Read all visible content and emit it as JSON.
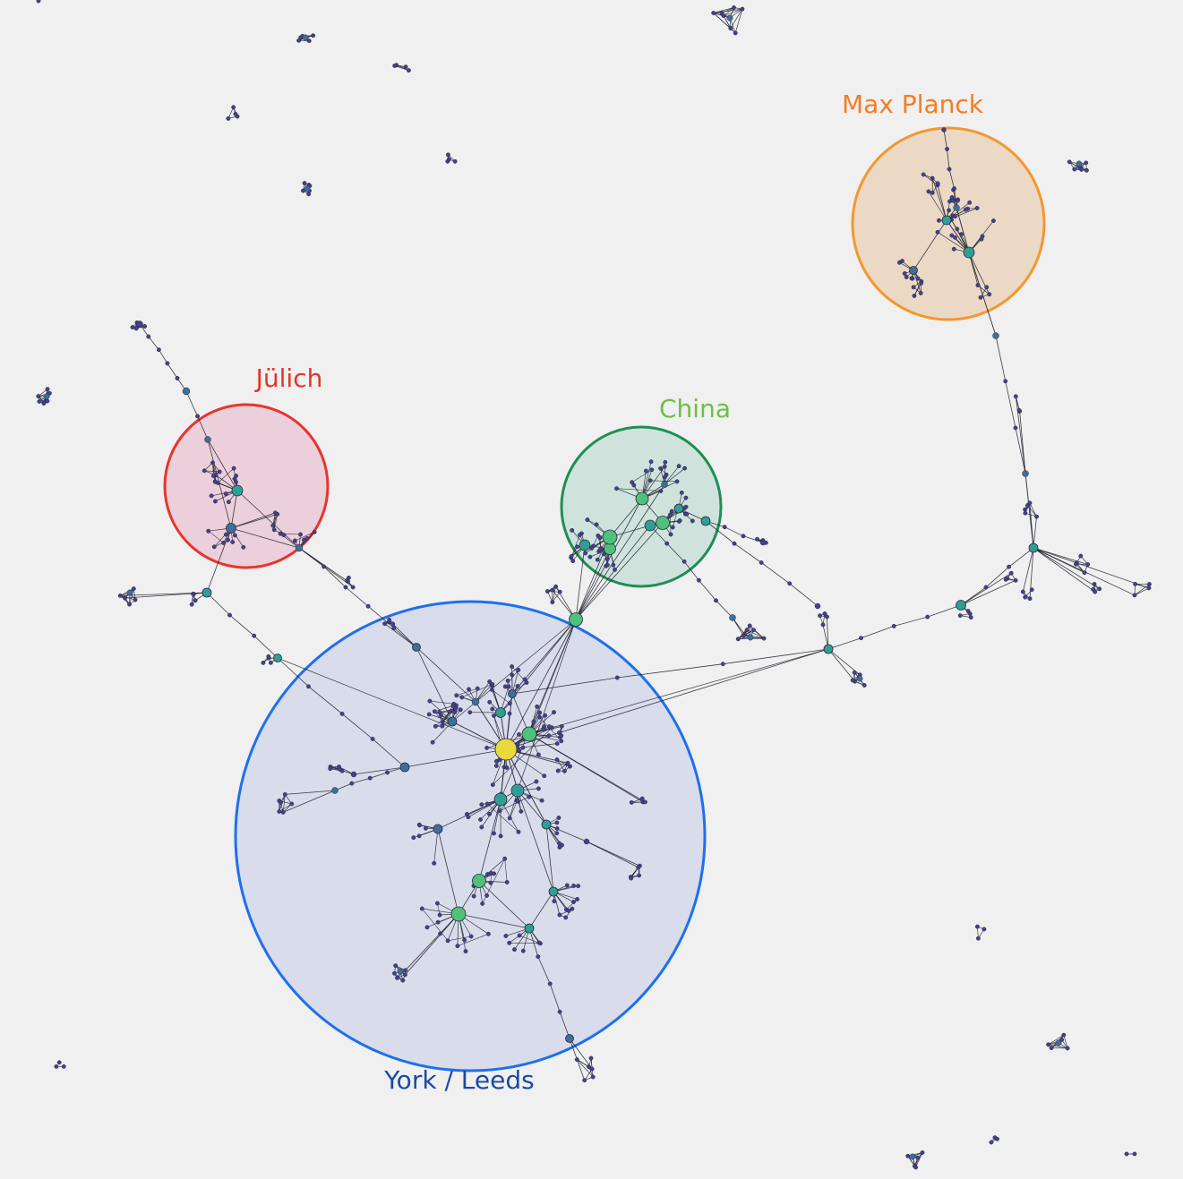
{
  "background_color": "#f0f0f0",
  "edge_color": "#1c1c2a",
  "node_colors": {
    "hub_yellow": "#e8d93c",
    "hub_green": "#4fc17a",
    "hub_teal": "#2f9e93",
    "mid_steel": "#3e6f99",
    "leaf_purple": "#43418e"
  },
  "clusters": [
    {
      "id": "julich",
      "label": "Jülich",
      "label_color": "#e0362c",
      "stroke": "#e8342c",
      "fill": "#ebcfdb"
    },
    {
      "id": "china",
      "label": "China",
      "label_color": "#6dbf45",
      "stroke": "#1f8e55",
      "fill": "#cfe3dc"
    },
    {
      "id": "max-planck",
      "label": "Max Planck",
      "label_color": "#f47c25",
      "stroke": "#f4972e",
      "fill": "#ebd9c6"
    },
    {
      "id": "york-leeds",
      "label": "York / Leeds",
      "label_color": "#1c4aa3",
      "stroke": "#1f6fef",
      "fill": "#d9dcea"
    }
  ]
}
